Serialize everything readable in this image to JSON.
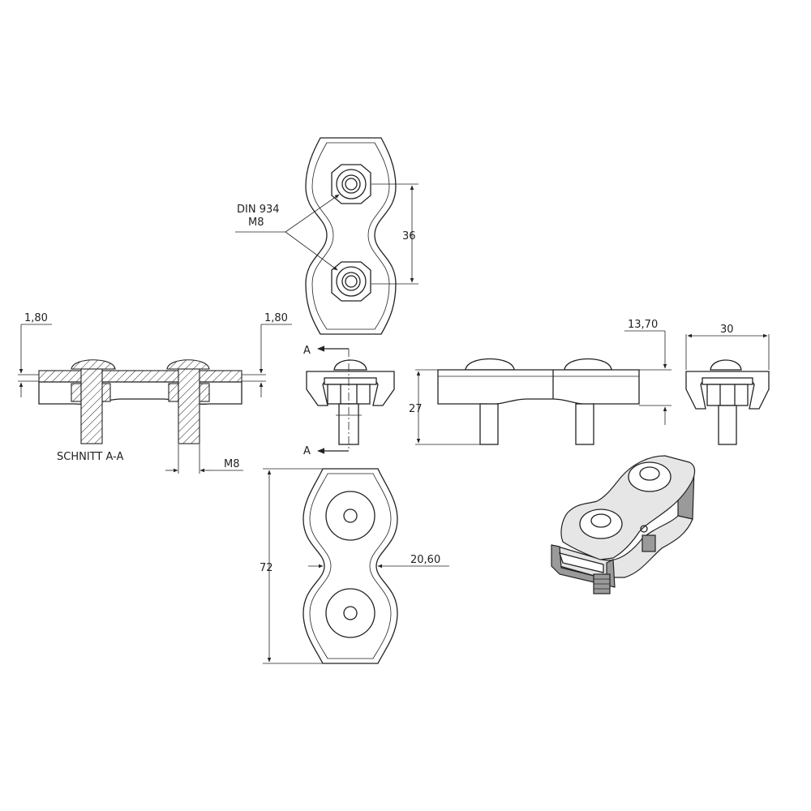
{
  "labels": {
    "nut_standard": "DIN 934",
    "nut_size": "M8",
    "section_label": "SCHNITT A-A",
    "section_marker_top": "A",
    "section_marker_bottom": "A",
    "bolt_size": "M8"
  },
  "dimensions": {
    "bolt_spacing": "36",
    "length": "72",
    "waist_width": "20,60",
    "height": "27",
    "width": "30",
    "plate_top": "13,70",
    "wall_left": "1,80",
    "wall_right": "1,80"
  }
}
